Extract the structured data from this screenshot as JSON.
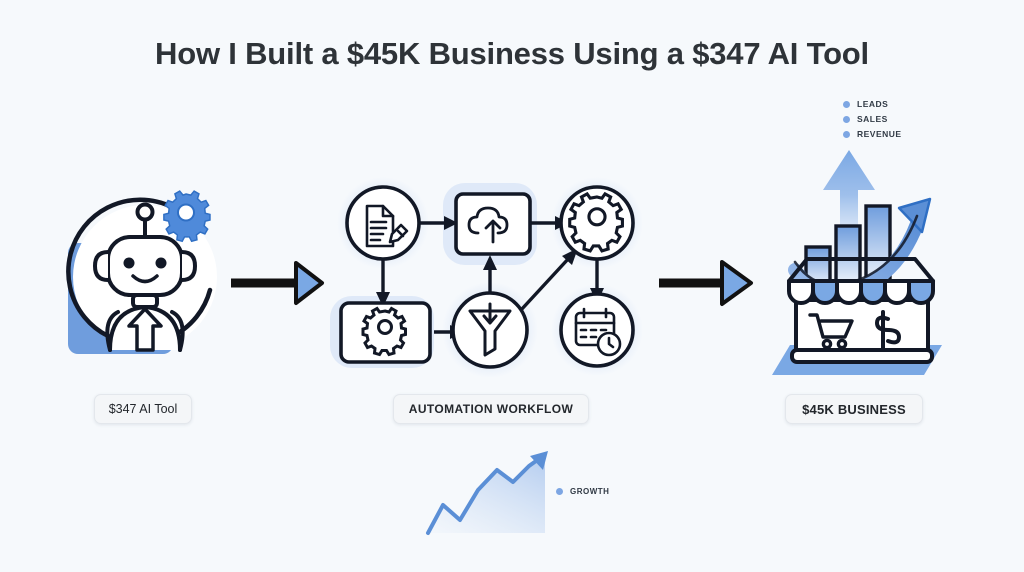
{
  "page": {
    "background_color": "#f6f9fc",
    "title": "How I Built a $45K Business Using a $347 AI Tool"
  },
  "theme": {
    "accent_blue": "#6f9ddd",
    "light_blue": "#a8c6ee",
    "halo_blue": "#dbe6f7",
    "ink": "#121826",
    "text_dark": "#2e3338",
    "pill_bg": "#f4f6f8"
  },
  "legend": {
    "position": "top-right",
    "items": [
      {
        "label": "LEADS",
        "color": "#7da6e3"
      },
      {
        "label": "SALES",
        "color": "#7da6e3"
      },
      {
        "label": "REVENUE",
        "color": "#7da6e3"
      }
    ]
  },
  "stages": {
    "input": {
      "pill_label": "$347 AI Tool",
      "icon": "robot-with-gear-icon",
      "backdrop": "blue-rounded-square"
    },
    "process": {
      "pill_label": "AUTOMATION WORKFLOW",
      "nodes": [
        {
          "id": "n1",
          "icon": "document-edit-icon",
          "shape": "circle"
        },
        {
          "id": "n2",
          "icon": "cloud-upload-icon",
          "shape": "rounded-rect"
        },
        {
          "id": "n3",
          "icon": "gear-icon",
          "shape": "circle"
        },
        {
          "id": "n4",
          "icon": "gear-icon",
          "shape": "rounded-rect"
        },
        {
          "id": "n5",
          "icon": "funnel-icon",
          "shape": "circle"
        },
        {
          "id": "n6",
          "icon": "calendar-clock-icon",
          "shape": "circle"
        }
      ],
      "connections": [
        {
          "from": "n1",
          "to": "n2",
          "direction": "right"
        },
        {
          "from": "n2",
          "to": "n3",
          "direction": "right"
        },
        {
          "from": "n1",
          "to": "n4",
          "direction": "down"
        },
        {
          "from": "n4",
          "to": "n5",
          "direction": "right"
        },
        {
          "from": "n5",
          "to": "n2",
          "direction": "up"
        },
        {
          "from": "n5",
          "to": "n3",
          "direction": "diagonal-up-right"
        },
        {
          "from": "n3",
          "to": "n6",
          "direction": "down"
        }
      ]
    },
    "output": {
      "pill_label": "$45K BUSINESS",
      "icon": "storefront-growth-icon",
      "elements": [
        "awning",
        "shopping-cart-icon",
        "dollar-sign-icon",
        "bar-chart",
        "growth-arrow",
        "up-arrow",
        "blue-platform"
      ]
    }
  },
  "connectors": [
    {
      "name": "arrow-input-to-process",
      "style": "black-line-blue-head"
    },
    {
      "name": "arrow-process-to-output",
      "style": "black-line-blue-head"
    }
  ],
  "growth_chart": {
    "caption": "GROWTH",
    "dot_color": "#7da6e3",
    "line_color": "#5b8fd6"
  },
  "chart_data": {
    "type": "line",
    "title": "GROWTH",
    "x": [
      0,
      1,
      2,
      3,
      4,
      5,
      6,
      7,
      8
    ],
    "values": [
      5,
      28,
      16,
      40,
      62,
      48,
      74,
      92,
      120
    ],
    "xlabel": "",
    "ylabel": "",
    "legend_position": "right",
    "grid": false,
    "series": [
      {
        "name": "GROWTH",
        "values": [
          5,
          28,
          16,
          40,
          62,
          48,
          74,
          92,
          120
        ],
        "color": "#5b8fd6"
      }
    ],
    "bar_chart_inset": {
      "type": "bar",
      "categories": [
        "LEADS",
        "SALES",
        "REVENUE"
      ],
      "values": [
        40,
        68,
        100
      ],
      "color": "#6f9ddd"
    }
  }
}
